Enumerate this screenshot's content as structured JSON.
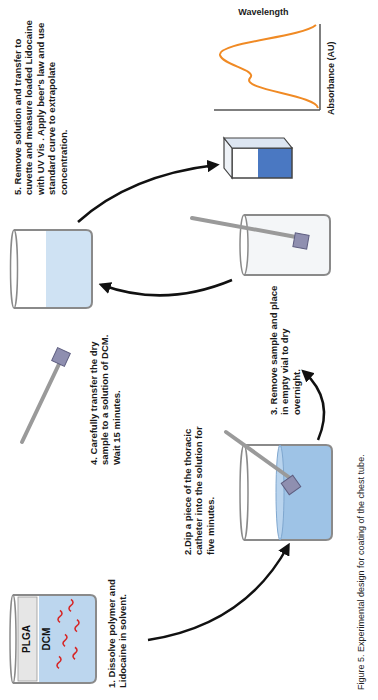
{
  "diagram": {
    "caption": "Figure 5. Experimental design for coating of the chest tube.",
    "nodes": [
      {
        "text": [
          "PLGA",
          "DCM"
        ]
      }
    ],
    "labels": [
      "1. Dissolve polymer and Lidocaine in solvent.",
      "2.Dip a piece of the thoracic catheter into the solution for five minutes.",
      "3. Remove sample and place in empty vial to dry overnight.",
      "4. Carefully transfer the dry sample to a solution of DCM. Wait 15 minutes.",
      "5. Remove solution and transfer to cuvette and measure loaded Lidocaine with UV Vis . Apply beer's law and use standard curve to extrapolate concentration.",
      "Absorbance (AU)",
      "Wavelength"
    ]
  }
}
